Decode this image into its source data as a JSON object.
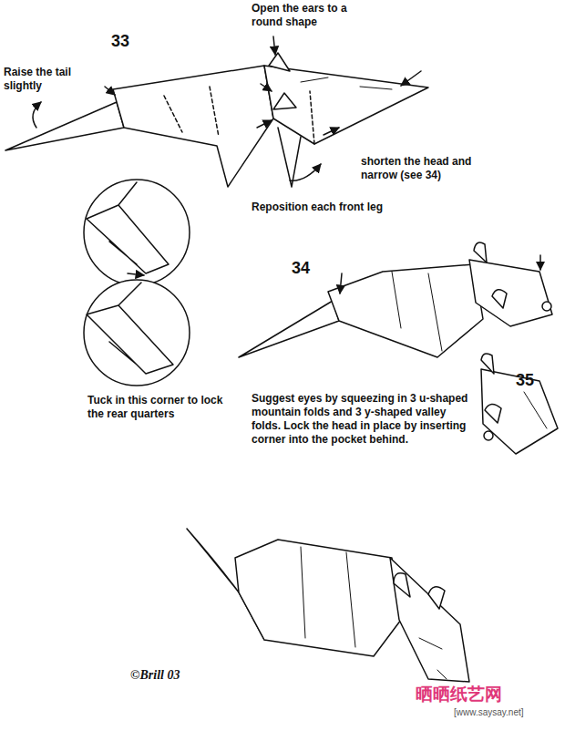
{
  "diagram": {
    "labels": [
      "33",
      "Open the ears to a round shape",
      "Raise the tail slightly",
      "shorten the head and narrow (see 34)",
      "Reposition each front leg",
      "34",
      "35",
      "Tuck in this corner to lock the rear quarters",
      "Suggest eyes by squeezing in 3 u-shaped mountain folds and 3 y-shaped valley folds. Lock the head in place by inserting corner into the pocket behind.",
      "©Brill 03",
      "晒晒纸艺网",
      "[www.saysay.net]"
    ]
  }
}
